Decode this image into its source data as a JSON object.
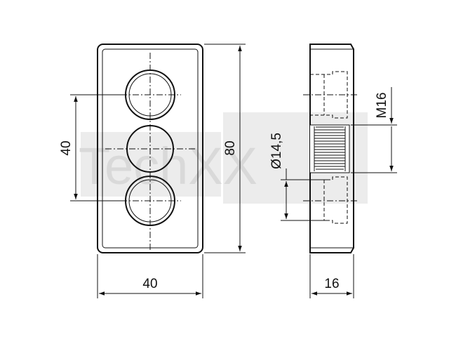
{
  "watermark": {
    "text": "TechXX",
    "color": "#d9d9d9"
  },
  "front_view": {
    "dim_height": "80",
    "dim_width": "40",
    "dim_hole_spacing": "40"
  },
  "side_view": {
    "dim_thread": "M16",
    "dim_counterbore": "Ø14,5",
    "dim_thickness": "16"
  }
}
